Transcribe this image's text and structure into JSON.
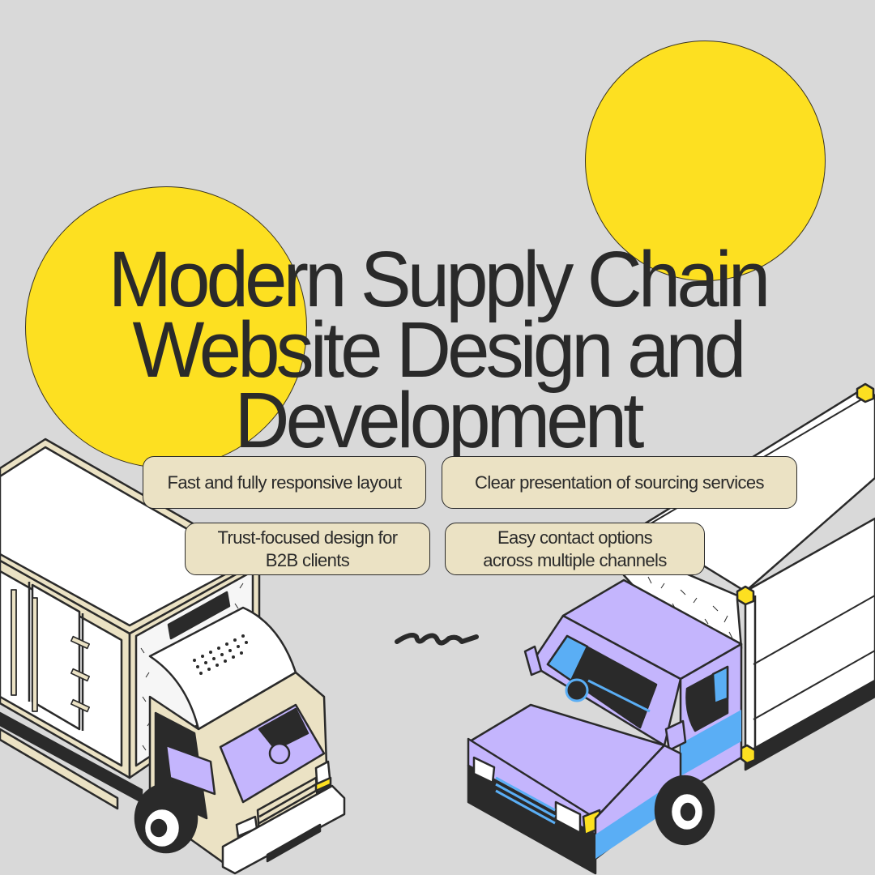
{
  "title": {
    "lines": [
      "Modern Supply Chain",
      "Website Design and",
      "Development"
    ]
  },
  "features": [
    {
      "label": "Fast and fully responsive layout"
    },
    {
      "label": "Clear presentation of sourcing services"
    },
    {
      "label": "Trust-focused design for B2B clients",
      "line1": "Trust-focused design for",
      "line2": "B2B clients"
    },
    {
      "label": "Easy contact options across multiple channels",
      "line1": "Easy contact options",
      "line2": "across multiple channels"
    }
  ],
  "illustrations": {
    "left": "cream-box-truck",
    "right": "lavender-box-truck",
    "decor": [
      "yellow-circle-left",
      "yellow-circle-right",
      "squiggle-line"
    ]
  },
  "colors": {
    "background": "#d9d9d9",
    "accent_yellow": "#fde021",
    "pill_fill": "#ebe2c4",
    "text": "#2a2a2a",
    "truck_lavender": "#c4b5fd",
    "truck_blue": "#5aaef5",
    "truck_cream": "#ebe2c4"
  }
}
